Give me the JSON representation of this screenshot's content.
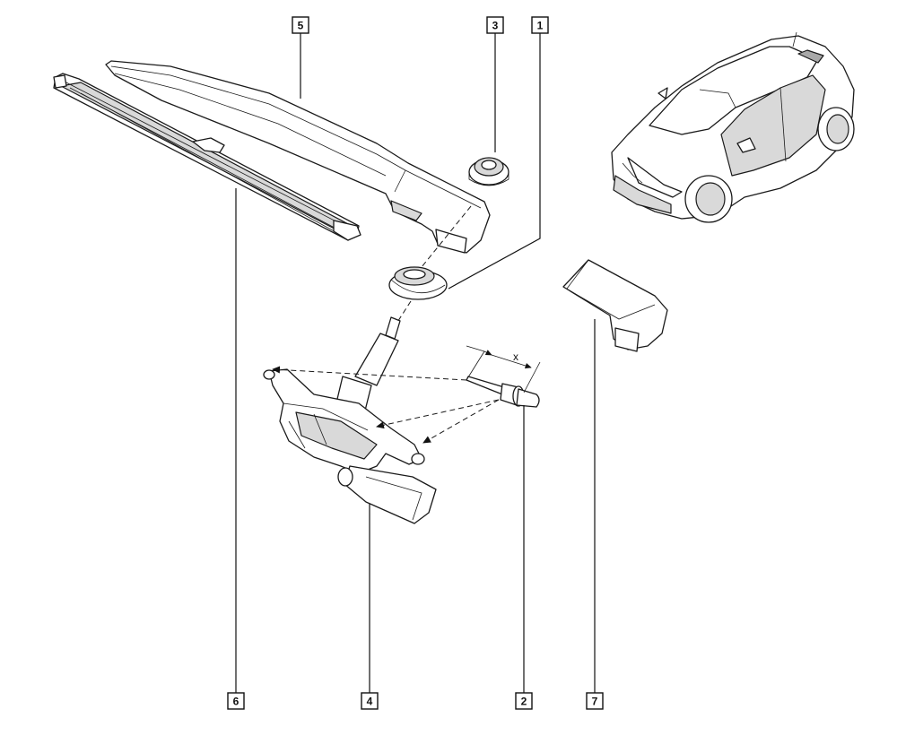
{
  "callouts": {
    "c1": "1",
    "c2": "2",
    "c3": "3",
    "c4": "4",
    "c5": "5",
    "c6": "6",
    "c7": "7"
  },
  "dimension_label": "x"
}
